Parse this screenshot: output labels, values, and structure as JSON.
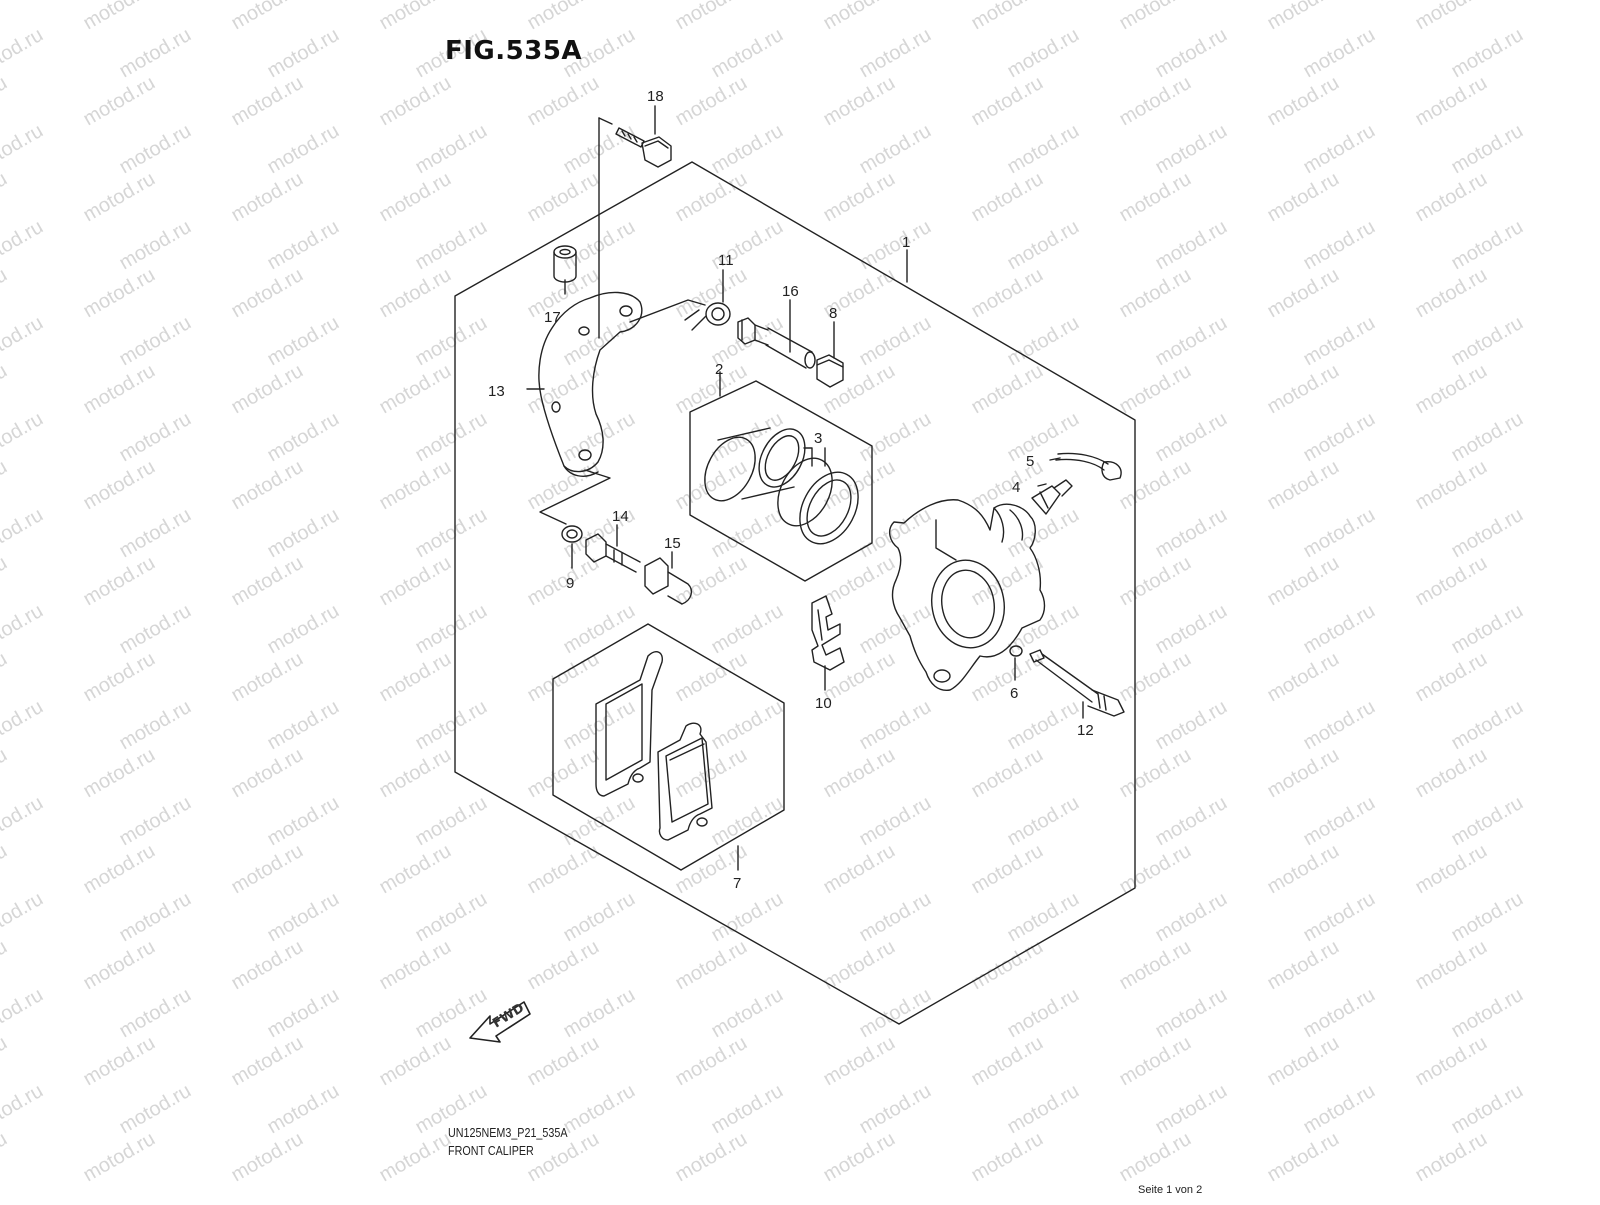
{
  "figure": {
    "title": "FIG.535A",
    "code": "UN125NEM3_P21_535A",
    "caption": "FRONT CALIPER",
    "pager": "Seite 1 von 2"
  },
  "watermark": "motod.ru",
  "direction_label": "FWD",
  "callouts": [
    "1",
    "2",
    "3",
    "4",
    "5",
    "6",
    "7",
    "8",
    "9",
    "10",
    "11",
    "12",
    "13",
    "14",
    "15",
    "16",
    "17",
    "18"
  ],
  "colors": {
    "line": "#222222",
    "watermark": "#d6d6d6",
    "background": "#ffffff"
  }
}
